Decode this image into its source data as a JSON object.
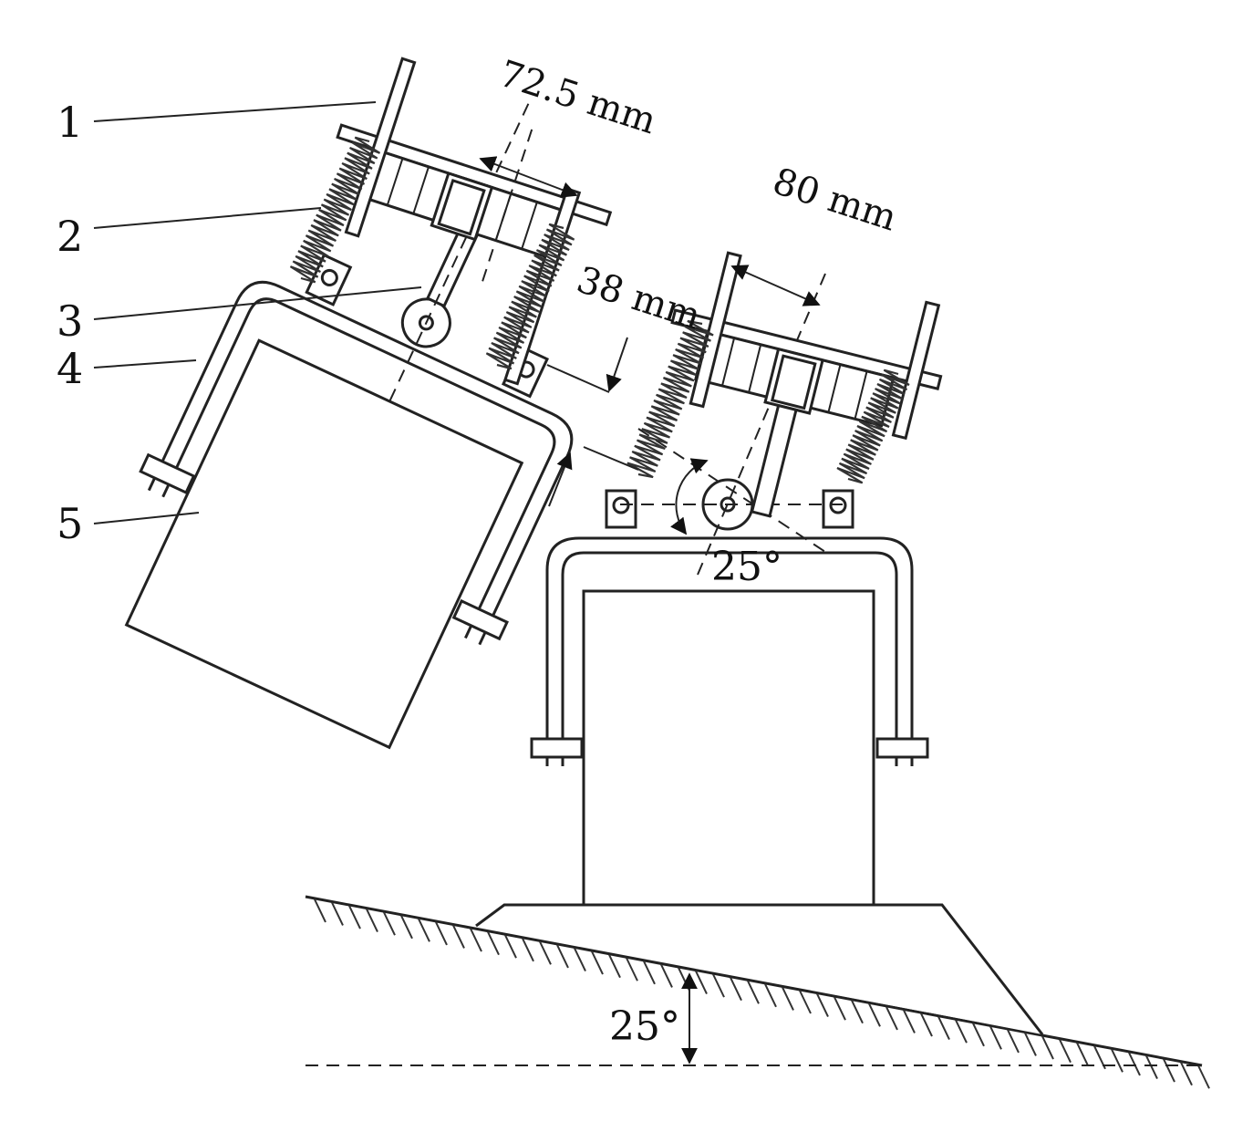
{
  "labels": {
    "part_1": "1",
    "part_2": "2",
    "part_3": "3",
    "part_4": "4",
    "part_5": "5"
  },
  "dimensions": {
    "spacing_left": "72.5 mm",
    "spacing_right": "80 mm",
    "offset": "38 mm",
    "tilt_angle": "25°",
    "slope_angle": "25°"
  },
  "colors": {
    "line": "#222222",
    "background": "#ffffff"
  }
}
